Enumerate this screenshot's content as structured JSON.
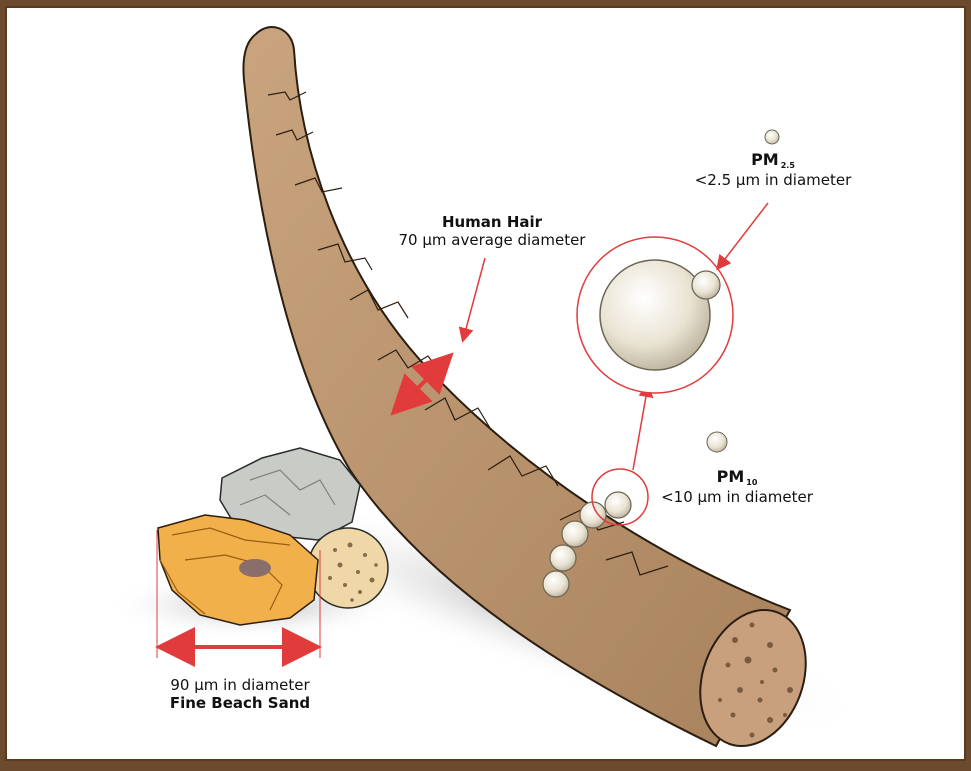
{
  "colors": {
    "frame": "#6b4a2e",
    "panel": "#ffffff",
    "hair": "#c7a27c",
    "hair_dark": "#8a6a4a",
    "particle": "#e9e3d3",
    "annotation": "#e23b3b",
    "sand_orange": "#f2b04a",
    "sand_grey": "#c9ccc6",
    "sand_beige": "#f0d7a8"
  },
  "hair": {
    "title": "Human Hair",
    "caption": "70 µm average diameter"
  },
  "sand": {
    "caption": "90 µm in diameter",
    "title": "Fine Beach Sand"
  },
  "pm25": {
    "label": "PM",
    "sub": "2.5",
    "caption": "<2.5  µm in diameter"
  },
  "pm10": {
    "label": "PM",
    "sub": "10",
    "caption": "<10  µm in diameter"
  }
}
